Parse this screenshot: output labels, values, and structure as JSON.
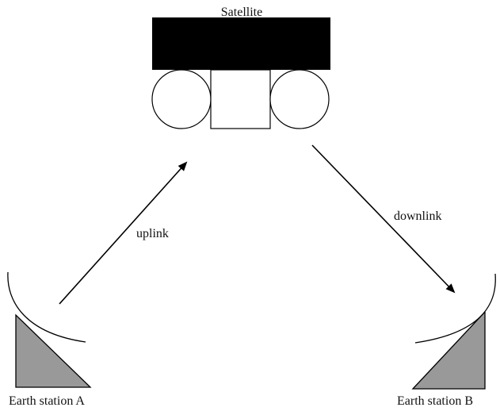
{
  "diagram": {
    "satellite_label": "Satellite",
    "uplink_label": "uplink",
    "downlink_label": "downlink",
    "station_a_label": "Earth station A",
    "station_b_label": "Earth station B"
  },
  "colors": {
    "satellite_body": "#000000",
    "station_fill": "#999999",
    "stroke": "#000000"
  }
}
